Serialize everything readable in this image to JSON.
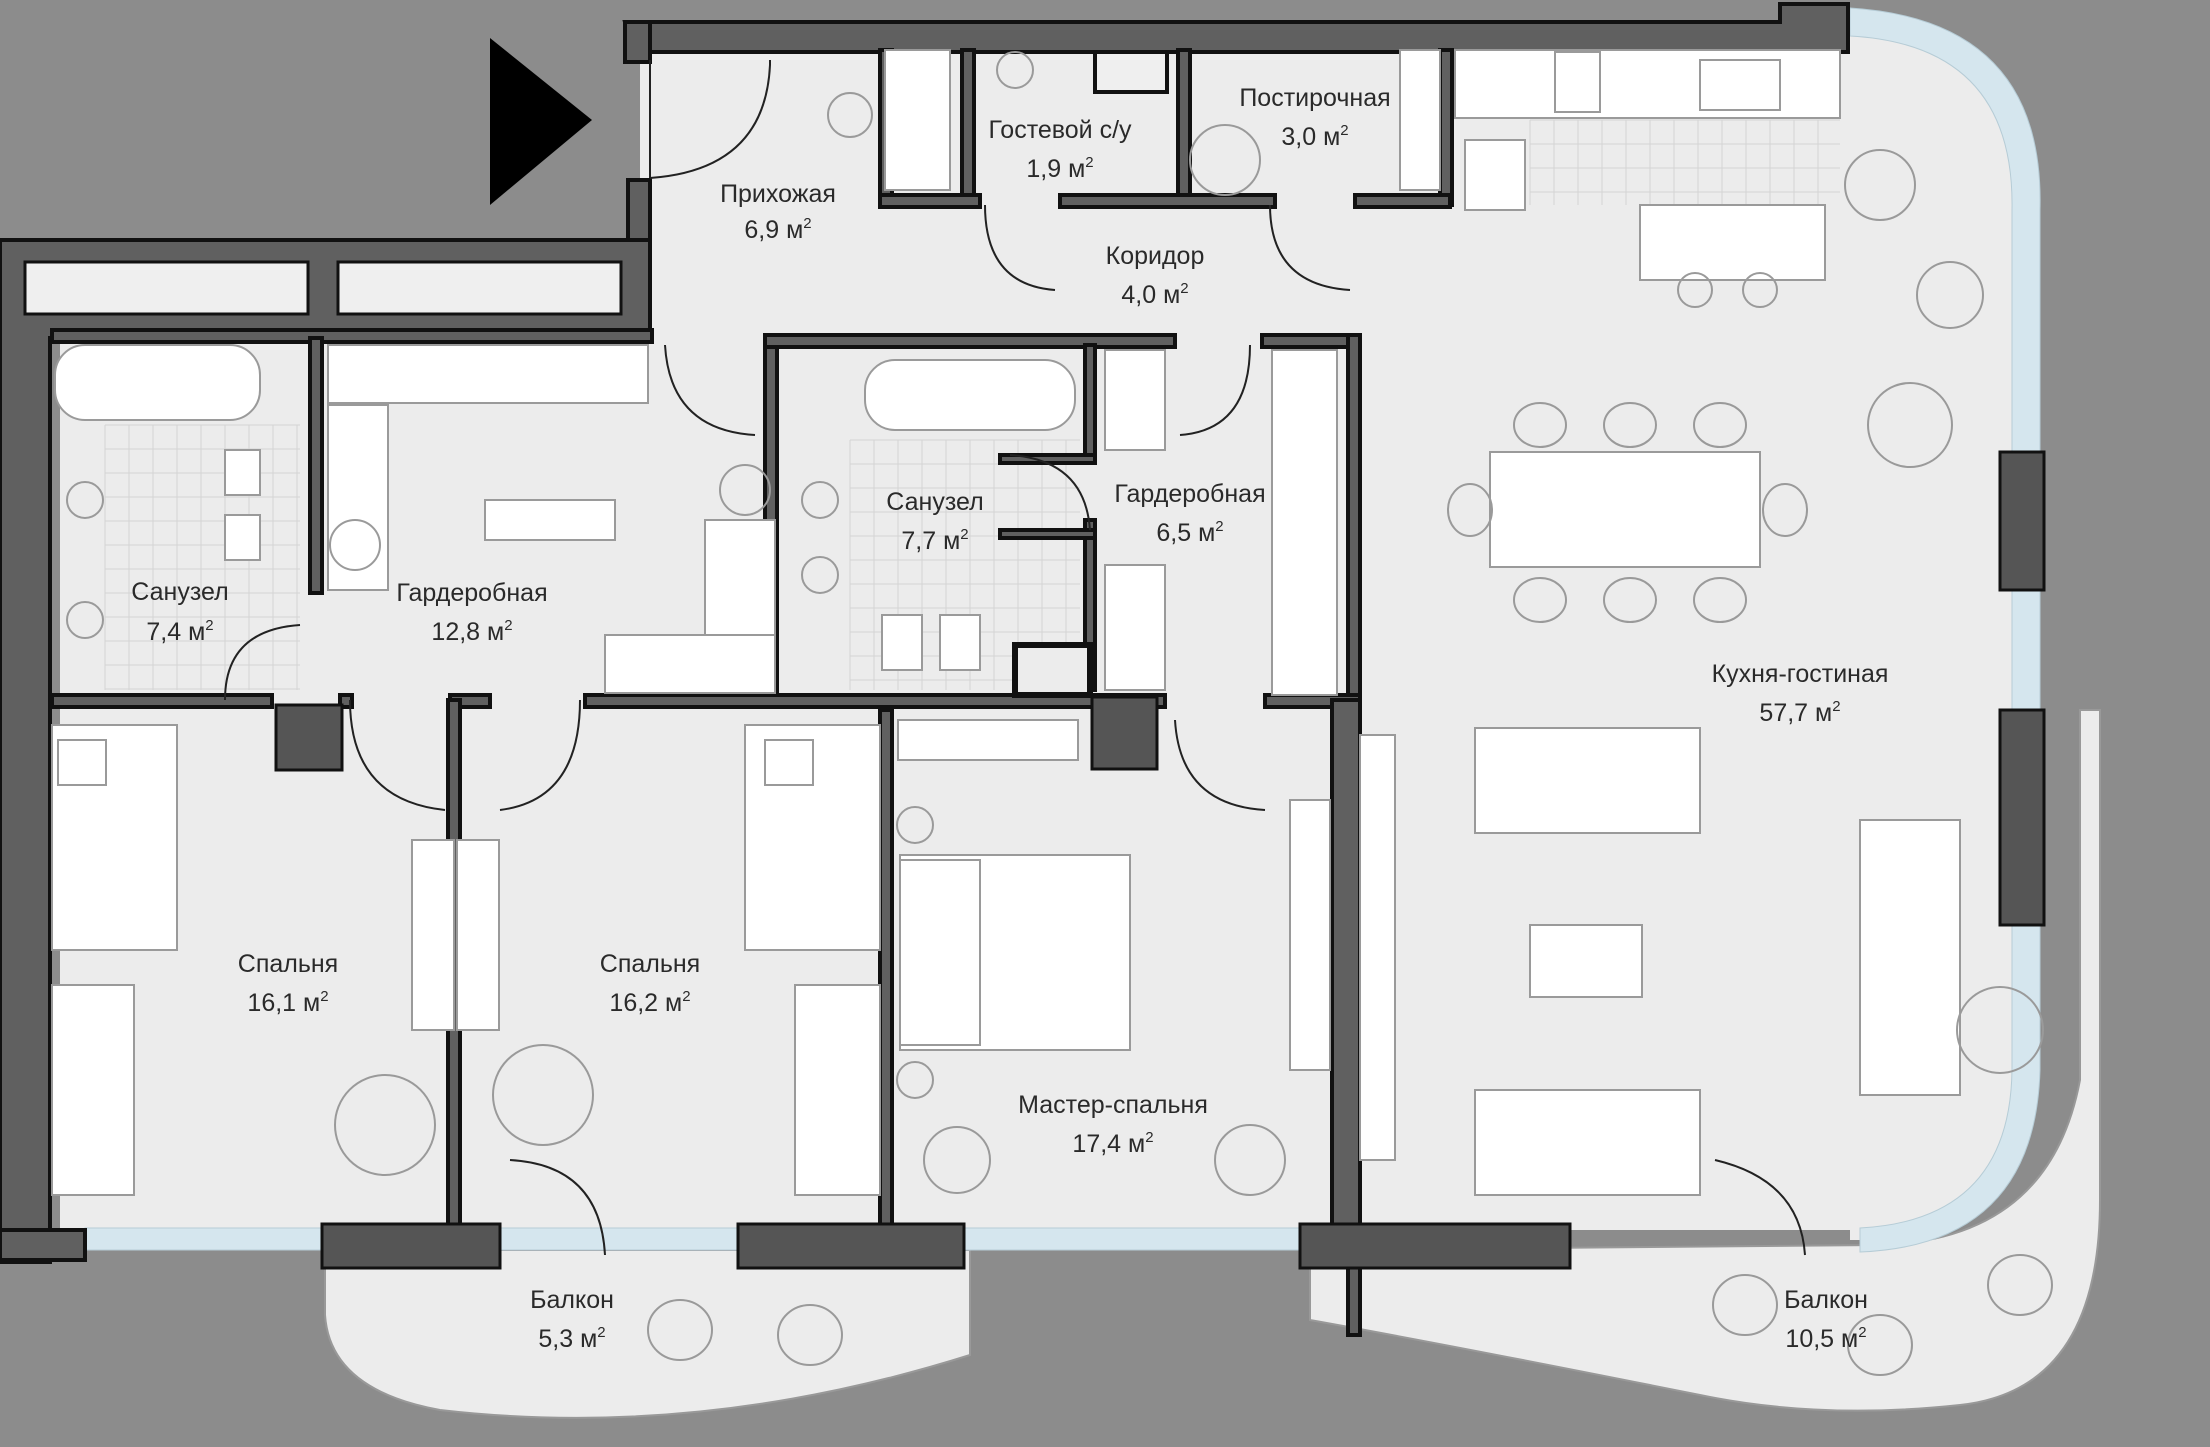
{
  "rooms": [
    {
      "id": "entry",
      "name": "Прихожая",
      "area": "6,9 м",
      "sup": "2"
    },
    {
      "id": "guest-wc",
      "name": "Гостевой с/у",
      "area": "1,9 м",
      "sup": "2"
    },
    {
      "id": "laundry",
      "name": "Постирочная",
      "area": "3,0 м",
      "sup": "2"
    },
    {
      "id": "corridor",
      "name": "Коридор",
      "area": "4,0 м",
      "sup": "2"
    },
    {
      "id": "bath-left",
      "name": "Санузел",
      "area": "7,4 м",
      "sup": "2"
    },
    {
      "id": "wardrobe-big",
      "name": "Гардеробная",
      "area": "12,8 м",
      "sup": "2"
    },
    {
      "id": "bath-center",
      "name": "Санузел",
      "area": "7,7 м",
      "sup": "2"
    },
    {
      "id": "wardrobe-small",
      "name": "Гардеробная",
      "area": "6,5 м",
      "sup": "2"
    },
    {
      "id": "kitchen-living",
      "name": "Кухня-гостиная",
      "area": "57,7 м",
      "sup": "2"
    },
    {
      "id": "bedroom-1",
      "name": "Спальня",
      "area": "16,1 м",
      "sup": "2"
    },
    {
      "id": "bedroom-2",
      "name": "Спальня",
      "area": "16,2 м",
      "sup": "2"
    },
    {
      "id": "master-bedroom",
      "name": "Мастер-спальня",
      "area": "17,4 м",
      "sup": "2"
    },
    {
      "id": "balcony-left",
      "name": "Балкон",
      "area": "5,3 м",
      "sup": "2"
    },
    {
      "id": "balcony-right",
      "name": "Балкон",
      "area": "10,5 м",
      "sup": "2"
    }
  ],
  "colors": {
    "background": "#8c8c8c",
    "floor": "#ececec",
    "wall": "#606060",
    "glazing": "#d5e6ee",
    "text": "#2a2a2a"
  },
  "icons": [
    "entrance-arrow-icon"
  ]
}
